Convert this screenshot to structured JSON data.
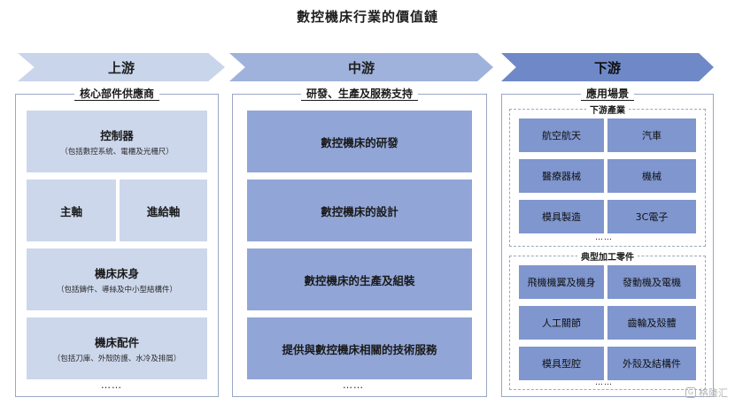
{
  "title": "數控機床行業的價值鏈",
  "stages": [
    "上游",
    "中游",
    "下游"
  ],
  "upstream": {
    "heading": "核心部件供應商",
    "controller": {
      "label": "控制器",
      "note": "（包括數控系統、電櫃及光柵尺）"
    },
    "spindle": "主軸",
    "feed_axis": "進給軸",
    "bed": {
      "label": "機床床身",
      "note": "（包括鑄件、導絲及中小型結構件）"
    },
    "accessories": {
      "label": "機床配件",
      "note": "（包括刀庫、外殼防護、水冷及排屑）"
    },
    "more": "……"
  },
  "midstream": {
    "heading": "研發、生產及服務支持",
    "items": [
      "數控機床的研發",
      "數控機床的設計",
      "數控機床的生產及組裝",
      "提供與數控機床相關的技術服務"
    ],
    "more": "……"
  },
  "downstream": {
    "heading": "應用場景",
    "industries_heading": "下游產業",
    "industries": [
      "航空航天",
      "汽車",
      "醫療器械",
      "機械",
      "模具製造",
      "3C電子"
    ],
    "industries_more": "……",
    "parts_heading": "典型加工零件",
    "parts": [
      "飛機機翼及機身",
      "發動機及電機",
      "人工關節",
      "齒輪及殼體",
      "模具型腔",
      "外殼及結構件"
    ],
    "parts_more": "……"
  },
  "watermark": "格隆汇",
  "colors": {
    "stage1": "#c9d5ea",
    "stage2": "#9fb2dc",
    "stage3": "#6f89c8",
    "upstream_box": "#ccd7ec",
    "midstream_box": "#91a6d7",
    "downstream_box": "#7f96cf"
  }
}
